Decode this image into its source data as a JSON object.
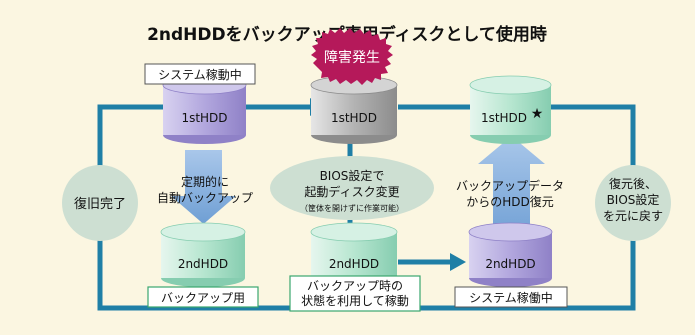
{
  "title": "2ndHDDをバックアップ専用ディスクとして使用時",
  "drives": {
    "active1": "1stHDD",
    "failed1": "1stHDD",
    "restored1": "1stHDD",
    "backup2": "2ndHDD",
    "operating2": "2ndHDD",
    "system2": "2ndHDD"
  },
  "labels": {
    "system_running": "システム稼動中",
    "failure": "障害発生",
    "backup_use": "バックアップ用",
    "operate_from_backup_1": "バックアップ時の",
    "operate_from_backup_2": "状態を利用して稼動",
    "system_operating2": "システム稼働中"
  },
  "arrows": {
    "periodic_1": "定期的に",
    "periodic_2": "自動バックアップ",
    "restore_1": "バックアップデータ",
    "restore_2": "からのHDD復元"
  },
  "bubbles": {
    "bios_1": "BIOS設定で",
    "bios_2": "起動ディスク変更",
    "bios_note": "（筐体を開けずに作業可能）",
    "recovery_done": "復旧完了",
    "restore_after_1": "復元後、",
    "restore_after_2": "BIOS設定",
    "restore_after_3": "を元に戻す"
  },
  "marks": {
    "star": "★"
  },
  "colors": {
    "background": "#fbf6e1",
    "loop_line": "#1f7fa6",
    "arrow_blue": "#7ba8d8",
    "cyl_purple": "#a89cd4",
    "cyl_gray": "#a5a5a5",
    "cyl_green": "#9dd8c0",
    "bubble": "#cddfd2",
    "burst": "#b5195a"
  }
}
